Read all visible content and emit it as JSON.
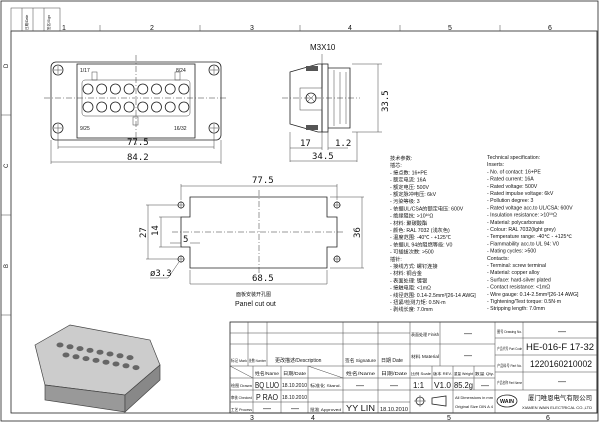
{
  "frame": {
    "columns_top": [
      "1",
      "2",
      "3",
      "4",
      "5",
      "6"
    ],
    "columns_bottom": [
      "3",
      "4",
      "5",
      "6"
    ],
    "rows_left": [
      "D",
      "C",
      "B"
    ],
    "revision_stamp": {
      "date_label": "日期/Date",
      "sign_label": "签名/Sign"
    }
  },
  "front_view": {
    "pin_labels": [
      "1/17",
      "8/24",
      "9/25",
      "16/32"
    ],
    "dim_inner": "77.5",
    "dim_outer": "84.2"
  },
  "side_view": {
    "screw_label": "M3X10",
    "dim_height": "33.5",
    "dim_a": "17",
    "dim_b": "1.2",
    "dim_total": "34.5"
  },
  "cutout": {
    "dim_holes": "77.5",
    "dim_opening": "68.5",
    "dim_height": "36",
    "dim_hole_pitch": "27",
    "dim_notch": "14",
    "dim_notch_depth": "5",
    "hole_dia": "ø3.3",
    "caption_cn": "面板安装开孔图",
    "caption_en": "Panel cut out"
  },
  "spec_cn": [
    "技术参数:",
    "插芯:",
    "- 接点数: 16+PE",
    "- 额定电流: 16A",
    "- 额定电压: 500V",
    "- 额定脉冲电压: 6kV",
    "- 污染等级: 3",
    "- 依据UL/CSA的额定电压: 600V",
    "- 绝缘阻抗: >10¹⁰Ω",
    "- 材料: 聚碳酸酯",
    "- 颜色: RAL 7032 (浅灰色)",
    "- 温度范围: -40℃ - +125℃",
    "- 依据UL 94的阻燃等级: V0",
    "- 可插拔次数: >500",
    "插针:",
    "- 接线方式: 螺钉连接",
    "- 材料: 铜合金",
    "- 表面处理: 镀银",
    "- 接触电阻: <1mΩ",
    "- 线径范围: 0.14-2.5mm²[26-14 AWG]",
    "- 扭紧/检测力矩: 0.5N·m",
    "- 剥线长度: 7.0mm"
  ],
  "spec_en": [
    "Technical specification:",
    "Inserts:",
    "- No. of contact: 16+PE",
    "- Rated current: 16A",
    "- Rated voltage: 500V",
    "- Rated impulse voltage: 6kV",
    "- Pollution degree: 3",
    "- Rated voltage acc.to UL/CSA: 600V",
    "- Insulation resistance: >10¹⁰Ω",
    "- Material: polycarbonate",
    "- Colour: RAL 7032(light grey)",
    "- Temperature range: -40℃ - +125℃",
    "- Flammability acc.to UL 94: V0",
    "- Mating cycles: >500",
    "Contacts:",
    "- Terminal: screw terminal",
    "- Material: copper alloy",
    "- Surface: hard-silver plated",
    "- Contact resistance: <1mΩ",
    "- Wire gauge: 0.14-2.5mm²[26-14 AWG]",
    "- Tightening/Test torque: 0.5N·m",
    "- Stripping length: 7.0mm"
  ],
  "title_block": {
    "mark": "标记 Mark",
    "number": "处数 Number",
    "description": "更改描述/Description",
    "signature": "签名 Signature",
    "date": "日期 Date",
    "name_date_1": "姓名/Name",
    "name_date_2": "日期/Date",
    "name_date_3": "姓名/Name",
    "name_date_4": "日期/Date",
    "drawn": "绘图 Drawn",
    "drawn_name": "BQ LUO",
    "drawn_date": "18.10.2010",
    "standard": "标准化 Stand.",
    "standard_name": "—",
    "standard_date": "—",
    "checked": "审核 Checked",
    "checked_name": "P RAO",
    "checked_date": "18.10.2010",
    "process": "工艺 Process",
    "process_name": "—",
    "process_date": "—",
    "approved": "批准 Approved",
    "approved_name": "YY LIN",
    "approved_date": "18.10.2010",
    "finish_label": "表面处理 Finish",
    "finish_value": "—",
    "material_label": "材料 Material",
    "material_value": "—",
    "scale_label": "比例 Scale",
    "rev_label": "版本 REV.",
    "weight_label": "重量 Weight",
    "qty_label": "数量 Qty.",
    "scale": "1:1",
    "rev": "V1.0",
    "weight": "85.2g",
    "qty": "—",
    "dims_note_1": "All Dimensions in mm",
    "dims_note_2": "Original Size DIN A 4",
    "drawing_no_label": "图号 Drawing No.",
    "drawing_no": "—",
    "part_code_label": "产品代号 Part Code",
    "part_code": "HE-016-F 17-32",
    "part_no_label": "产品料号 Part No.",
    "part_no": "1220160210002",
    "part_name_label": "产品名称 Part Name",
    "part_name": "—",
    "company_logo": "WAIN",
    "company_cn": "厦门唯恩电气有限公司",
    "company_en": "XIAMEN WAIN ELECTRICAL CO.,LTD"
  }
}
